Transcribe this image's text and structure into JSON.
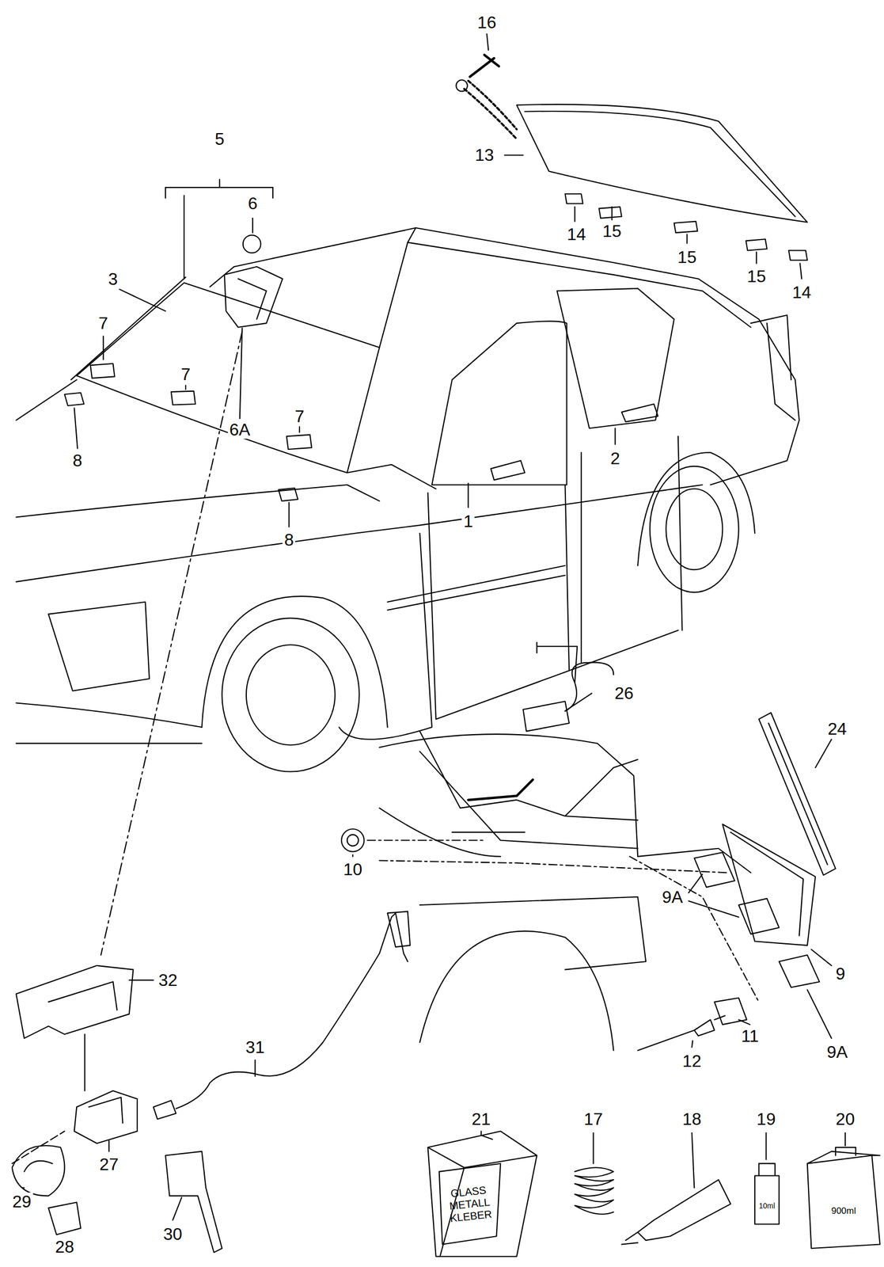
{
  "diagram": {
    "labels": [
      "16",
      "13",
      "5",
      "6",
      "3",
      "7",
      "7",
      "7",
      "8",
      "8",
      "6A",
      "14",
      "15",
      "15",
      "15",
      "14",
      "1",
      "2",
      "26",
      "24",
      "10",
      "9A",
      "9A",
      "9",
      "11",
      "12",
      "32",
      "31",
      "27",
      "29",
      "28",
      "30",
      "21",
      "17",
      "18",
      "19",
      "20",
      "GLASS METALL KLEBER",
      "10ml",
      "900ml"
    ]
  }
}
